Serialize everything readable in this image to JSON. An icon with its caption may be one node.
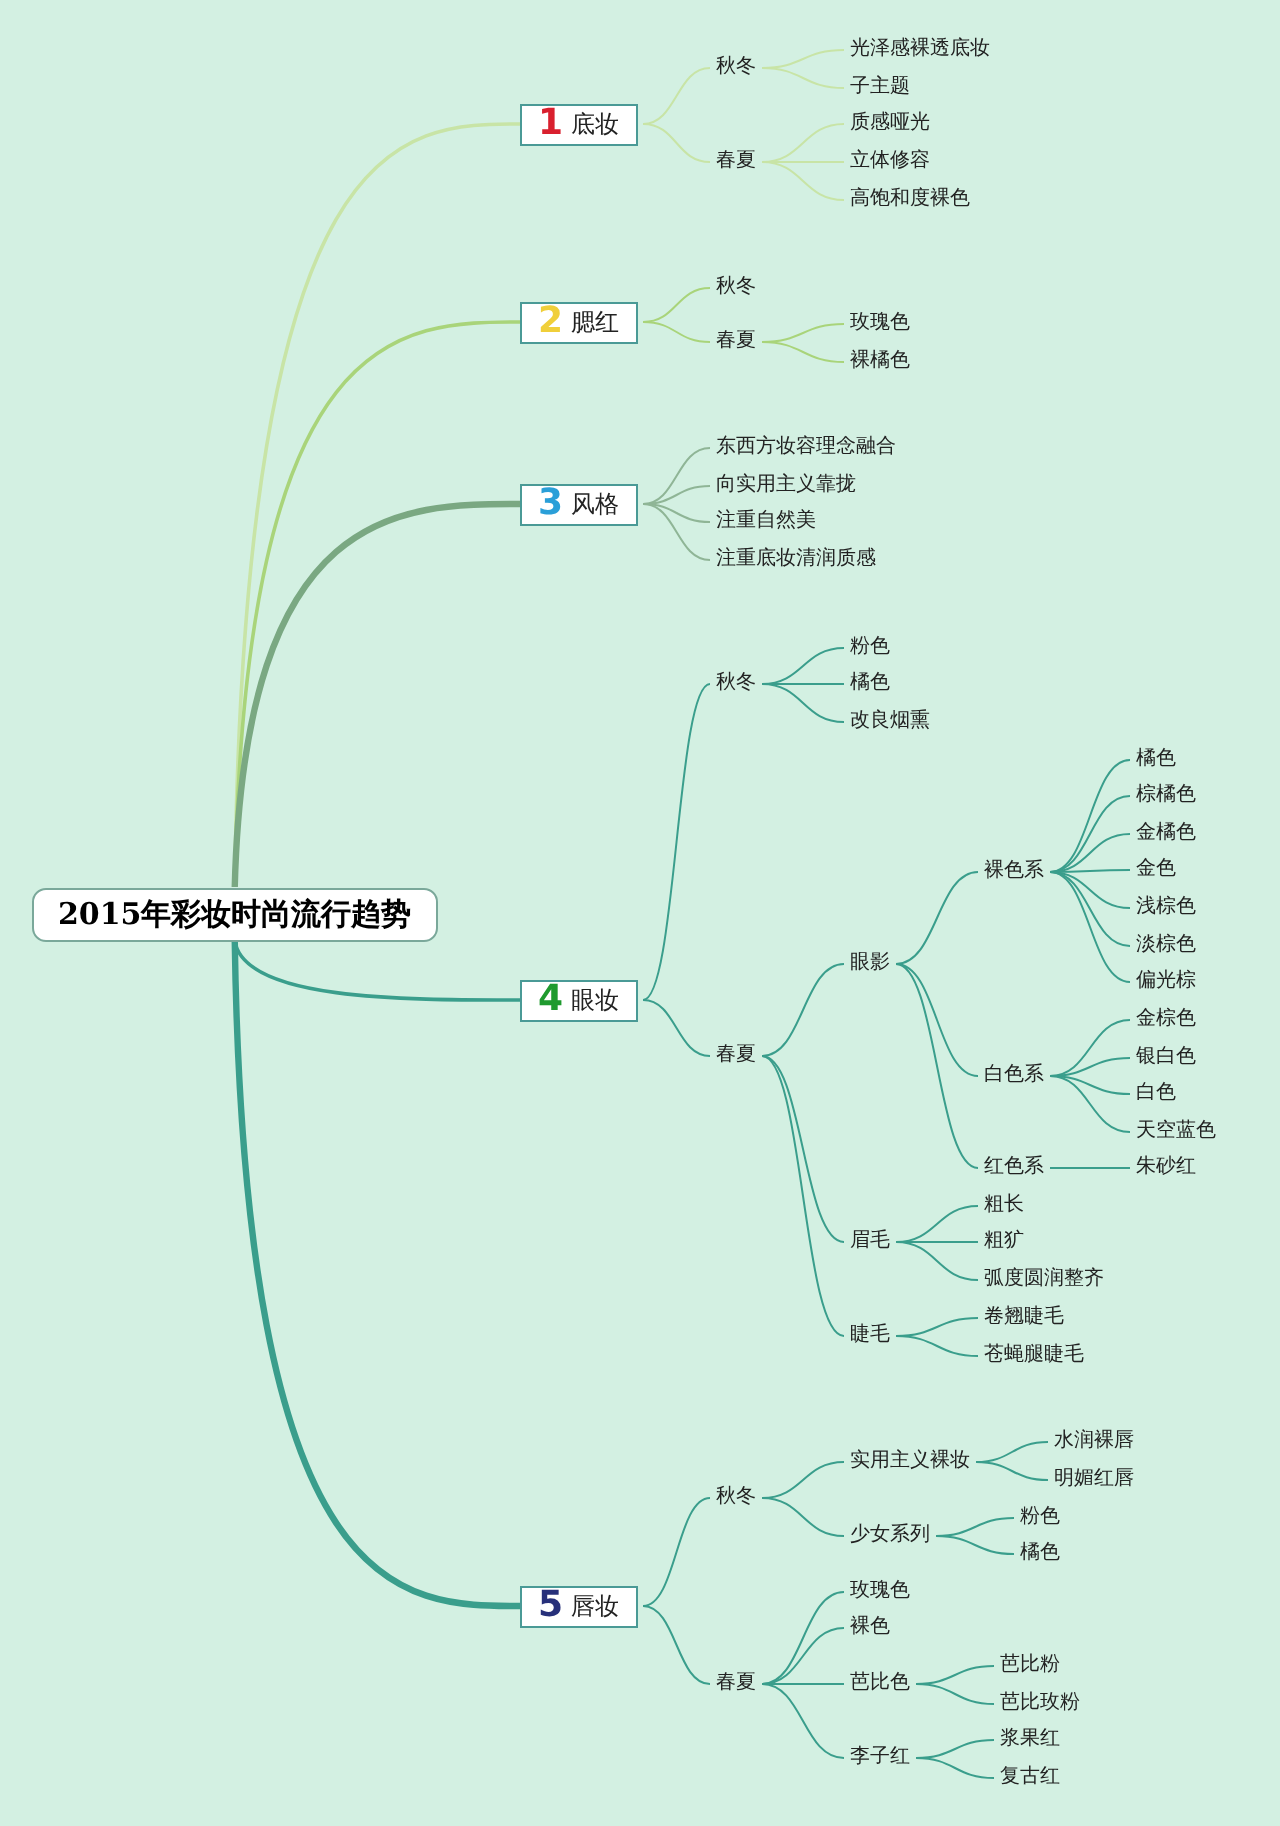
{
  "diagram": {
    "nodes": [
      {
        "text": [
          "2015年彩妆时尚流行趋势"
        ]
      },
      {
        "text": [
          "1",
          "底妆"
        ]
      },
      {
        "text": [
          "秋冬"
        ]
      },
      {
        "text": [
          "光泽感裸透底妆"
        ]
      },
      {
        "text": [
          "子主题"
        ]
      },
      {
        "text": [
          "春夏"
        ]
      },
      {
        "text": [
          "质感哑光"
        ]
      },
      {
        "text": [
          "立体修容"
        ]
      },
      {
        "text": [
          "高饱和度裸色"
        ]
      },
      {
        "text": [
          "2",
          "腮红"
        ]
      },
      {
        "text": [
          "秋冬"
        ]
      },
      {
        "text": [
          "春夏"
        ]
      },
      {
        "text": [
          "玫瑰色"
        ]
      },
      {
        "text": [
          "裸橘色"
        ]
      },
      {
        "text": [
          "3",
          "风格"
        ]
      },
      {
        "text": [
          "东西方妆容理念融合"
        ]
      },
      {
        "text": [
          "向实用主义靠拢"
        ]
      },
      {
        "text": [
          "注重自然美"
        ]
      },
      {
        "text": [
          "注重底妆清润质感"
        ]
      },
      {
        "text": [
          "4",
          "眼妆"
        ]
      },
      {
        "text": [
          "秋冬"
        ]
      },
      {
        "text": [
          "粉色"
        ]
      },
      {
        "text": [
          "橘色"
        ]
      },
      {
        "text": [
          "改良烟熏"
        ]
      },
      {
        "text": [
          "春夏"
        ]
      },
      {
        "text": [
          "眼影"
        ]
      },
      {
        "text": [
          "裸色系"
        ]
      },
      {
        "text": [
          "橘色"
        ]
      },
      {
        "text": [
          "棕橘色"
        ]
      },
      {
        "text": [
          "金橘色"
        ]
      },
      {
        "text": [
          "金色"
        ]
      },
      {
        "text": [
          "浅棕色"
        ]
      },
      {
        "text": [
          "淡棕色"
        ]
      },
      {
        "text": [
          "偏光棕"
        ]
      },
      {
        "text": [
          "白色系"
        ]
      },
      {
        "text": [
          "金棕色"
        ]
      },
      {
        "text": [
          "银白色"
        ]
      },
      {
        "text": [
          "白色"
        ]
      },
      {
        "text": [
          "天空蓝色"
        ]
      },
      {
        "text": [
          "红色系"
        ]
      },
      {
        "text": [
          "朱砂红"
        ]
      },
      {
        "text": [
          "眉毛"
        ]
      },
      {
        "text": [
          "粗长"
        ]
      },
      {
        "text": [
          "粗犷"
        ]
      },
      {
        "text": [
          "弧度圆润整齐"
        ]
      },
      {
        "text": [
          "睫毛"
        ]
      },
      {
        "text": [
          "卷翘睫毛"
        ]
      },
      {
        "text": [
          "苍蝇腿睫毛"
        ]
      },
      {
        "text": [
          "5",
          "唇妆"
        ]
      },
      {
        "text": [
          "秋冬"
        ]
      },
      {
        "text": [
          "实用主义裸妆"
        ]
      },
      {
        "text": [
          "水润裸唇"
        ]
      },
      {
        "text": [
          "明媚红唇"
        ]
      },
      {
        "text": [
          "少女系列"
        ]
      },
      {
        "text": [
          "粉色"
        ]
      },
      {
        "text": [
          "橘色"
        ]
      },
      {
        "text": [
          "春夏"
        ]
      },
      {
        "text": [
          "玫瑰色"
        ]
      },
      {
        "text": [
          "裸色"
        ]
      },
      {
        "text": [
          "芭比色"
        ]
      },
      {
        "text": [
          "芭比粉"
        ]
      },
      {
        "text": [
          "芭比玫粉"
        ]
      },
      {
        "text": [
          "李子红"
        ]
      },
      {
        "text": [
          "浆果红"
        ]
      },
      {
        "text": [
          "复古红"
        ]
      }
    ],
    "edges": [
      {
        "from": 0,
        "to": 1,
        "arrow": "none",
        "color": "#c8e4a6"
      },
      {
        "from": 1,
        "to": 2,
        "arrow": "none",
        "color": "#c8e4a6"
      },
      {
        "from": 2,
        "to": 3,
        "arrow": "none",
        "color": "#c8e4a6"
      },
      {
        "from": 2,
        "to": 4,
        "arrow": "none",
        "color": "#c8e4a6"
      },
      {
        "from": 1,
        "to": 5,
        "arrow": "none",
        "color": "#c8e4a6"
      },
      {
        "from": 5,
        "to": 6,
        "arrow": "none",
        "color": "#c8e4a6"
      },
      {
        "from": 5,
        "to": 7,
        "arrow": "none",
        "color": "#c8e4a6"
      },
      {
        "from": 5,
        "to": 8,
        "arrow": "none",
        "color": "#c8e4a6"
      },
      {
        "from": 0,
        "to": 9,
        "arrow": "none",
        "color": "#a9d47a"
      },
      {
        "from": 9,
        "to": 10,
        "arrow": "none",
        "color": "#a9d47a"
      },
      {
        "from": 9,
        "to": 11,
        "arrow": "none",
        "color": "#a9d47a"
      },
      {
        "from": 11,
        "to": 12,
        "arrow": "none",
        "color": "#a9d47a"
      },
      {
        "from": 11,
        "to": 13,
        "arrow": "none",
        "color": "#a9d47a"
      },
      {
        "from": 0,
        "to": 14,
        "arrow": "none",
        "style": "thick",
        "color": "#7aa882"
      },
      {
        "from": 14,
        "to": 15,
        "arrow": "none",
        "color": "#8fb596"
      },
      {
        "from": 14,
        "to": 16,
        "arrow": "none",
        "color": "#8fb596"
      },
      {
        "from": 14,
        "to": 17,
        "arrow": "none",
        "color": "#8fb596"
      },
      {
        "from": 14,
        "to": 18,
        "arrow": "none",
        "color": "#8fb596"
      },
      {
        "from": 0,
        "to": 19,
        "arrow": "none"
      },
      {
        "from": 19,
        "to": 20,
        "arrow": "none"
      },
      {
        "from": 20,
        "to": 21,
        "arrow": "none"
      },
      {
        "from": 20,
        "to": 22,
        "arrow": "none"
      },
      {
        "from": 20,
        "to": 23,
        "arrow": "none"
      },
      {
        "from": 19,
        "to": 24,
        "arrow": "none"
      },
      {
        "from": 24,
        "to": 25,
        "arrow": "none"
      },
      {
        "from": 25,
        "to": 26,
        "arrow": "none"
      },
      {
        "from": 26,
        "to": 27,
        "arrow": "none"
      },
      {
        "from": 26,
        "to": 28,
        "arrow": "none"
      },
      {
        "from": 26,
        "to": 29,
        "arrow": "none"
      },
      {
        "from": 26,
        "to": 30,
        "arrow": "none"
      },
      {
        "from": 26,
        "to": 31,
        "arrow": "none"
      },
      {
        "from": 26,
        "to": 32,
        "arrow": "none"
      },
      {
        "from": 26,
        "to": 33,
        "arrow": "none"
      },
      {
        "from": 25,
        "to": 34,
        "arrow": "none"
      },
      {
        "from": 34,
        "to": 35,
        "arrow": "none"
      },
      {
        "from": 34,
        "to": 36,
        "arrow": "none"
      },
      {
        "from": 34,
        "to": 37,
        "arrow": "none"
      },
      {
        "from": 34,
        "to": 38,
        "arrow": "none"
      },
      {
        "from": 25,
        "to": 39,
        "arrow": "none"
      },
      {
        "from": 39,
        "to": 40,
        "arrow": "none"
      },
      {
        "from": 24,
        "to": 41,
        "arrow": "none"
      },
      {
        "from": 41,
        "to": 42,
        "arrow": "none"
      },
      {
        "from": 41,
        "to": 43,
        "arrow": "none"
      },
      {
        "from": 41,
        "to": 44,
        "arrow": "none"
      },
      {
        "from": 24,
        "to": 45,
        "arrow": "none"
      },
      {
        "from": 45,
        "to": 46,
        "arrow": "none"
      },
      {
        "from": 45,
        "to": 47,
        "arrow": "none"
      },
      {
        "from": 0,
        "to": 48,
        "arrow": "none",
        "style": "thick"
      },
      {
        "from": 48,
        "to": 49,
        "arrow": "none"
      },
      {
        "from": 49,
        "to": 50,
        "arrow": "none"
      },
      {
        "from": 50,
        "to": 51,
        "arrow": "none"
      },
      {
        "from": 50,
        "to": 52,
        "arrow": "none"
      },
      {
        "from": 49,
        "to": 53,
        "arrow": "none"
      },
      {
        "from": 53,
        "to": 54,
        "arrow": "none"
      },
      {
        "from": 53,
        "to": 55,
        "arrow": "none"
      },
      {
        "from": 48,
        "to": 56,
        "arrow": "none"
      },
      {
        "from": 56,
        "to": 57,
        "arrow": "none"
      },
      {
        "from": 56,
        "to": 58,
        "arrow": "none"
      },
      {
        "from": 56,
        "to": 59,
        "arrow": "none"
      },
      {
        "from": 59,
        "to": 60,
        "arrow": "none"
      },
      {
        "from": 59,
        "to": 61,
        "arrow": "none"
      },
      {
        "from": 56,
        "to": 62,
        "arrow": "none"
      },
      {
        "from": 62,
        "to": 63,
        "arrow": "none"
      },
      {
        "from": 62,
        "to": 64,
        "arrow": "none"
      }
    ]
  }
}
